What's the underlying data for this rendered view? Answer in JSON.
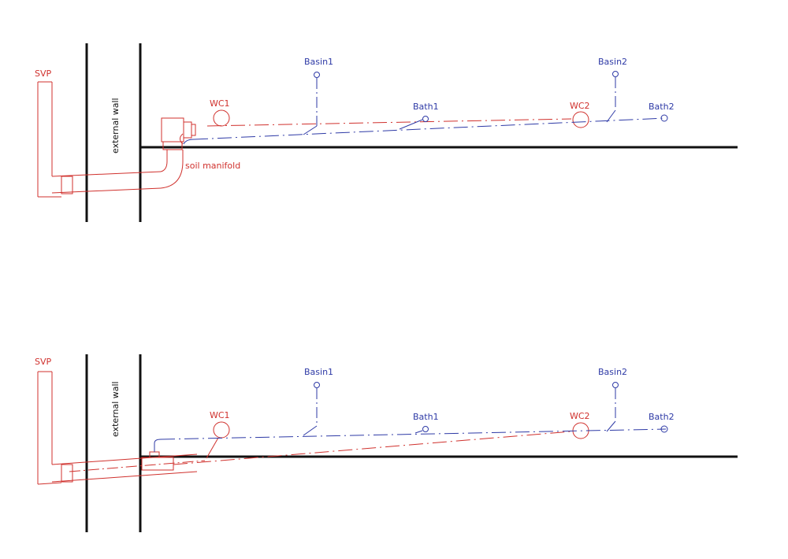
{
  "colors": {
    "soil": "#d0312d",
    "waste": "#2e3aa6",
    "structure": "#111111"
  },
  "diagrams": [
    {
      "labels": {
        "svp": "SVP",
        "wall": "external wall",
        "manifold": "soil manifold",
        "wc1": "WC1",
        "wc2": "WC2",
        "basin1": "Basin1",
        "basin2": "Basin2",
        "bath1": "Bath1",
        "bath2": "Bath2"
      }
    },
    {
      "labels": {
        "svp": "SVP",
        "wall": "external wall",
        "wc1": "WC1",
        "wc2": "WC2",
        "basin1": "Basin1",
        "basin2": "Basin2",
        "bath1": "Bath1",
        "bath2": "Bath2"
      }
    }
  ]
}
